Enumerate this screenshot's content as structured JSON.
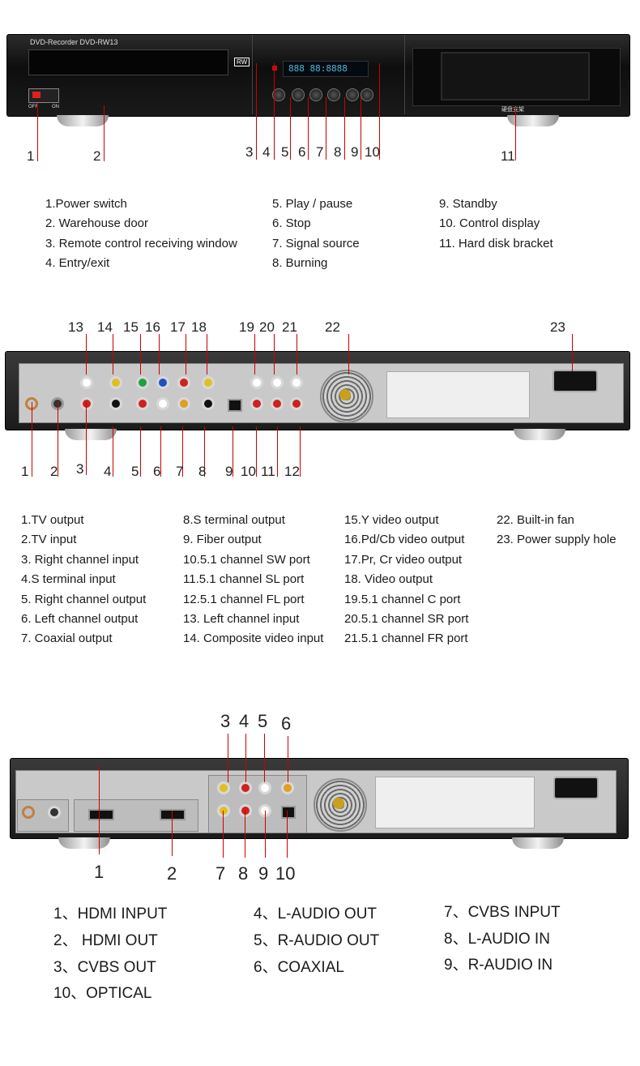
{
  "front": {
    "model_label": "DVD-Recorder  DVD-RW13",
    "logo": "RW",
    "switch_off": "OFF",
    "switch_on": "ON",
    "display_text": "888 88:8888",
    "hd_bracket_label": "硬盘支架",
    "callouts": [
      "1",
      "2",
      "3",
      "4",
      "5",
      "6",
      "7",
      "8",
      "9",
      "10",
      "11"
    ],
    "legend": [
      "1.Power switch",
      "2. Warehouse door",
      "3. Remote control receiving window",
      "4. Entry/exit",
      "5. Play / pause",
      "6. Stop",
      "7. Signal source",
      "8. Burning",
      "9. Standby",
      "10. Control display",
      "11. Hard disk bracket"
    ]
  },
  "rear1": {
    "callouts_top": [
      "13",
      "14",
      "15",
      "16",
      "17",
      "18",
      "19",
      "20",
      "21",
      "22",
      "23"
    ],
    "callouts_bottom": [
      "1",
      "2",
      "3",
      "4",
      "5",
      "6",
      "7",
      "8",
      "9",
      "10",
      "11",
      "12"
    ],
    "legend": [
      "1.TV output",
      "2.TV input",
      "3. Right channel input",
      "4.S terminal input",
      "5. Right channel output",
      "6. Left channel output",
      "7. Coaxial output",
      "8.S terminal output",
      "9. Fiber output",
      "10.5.1 channel SW port",
      "11.5.1 channel SL port",
      "12.5.1 channel FL port",
      "13. Left channel input",
      "14. Composite video input",
      "15.Y video output",
      "16.Pd/Cb video output",
      "17.Pr, Cr video output",
      "18. Video output",
      "19.5.1 channel C port",
      "20.5.1 channel SR port",
      "21.5.1 channel FR port",
      "22. Built-in fan",
      "23. Power supply hole"
    ]
  },
  "rear2": {
    "callouts_top": [
      "3",
      "4",
      "5",
      "6"
    ],
    "callouts_bottom": [
      "1",
      "2",
      "7",
      "8",
      "9",
      "10"
    ],
    "legend": [
      "1、HDMI INPUT",
      "2、 HDMI OUT",
      "3、CVBS OUT",
      "10、OPTICAL",
      "4、L-AUDIO OUT",
      "5、R-AUDIO OUT",
      "6、COAXIAL",
      "7、CVBS INPUT",
      "8、L-AUDIO IN",
      "9、R-AUDIO IN"
    ]
  },
  "colors": {
    "lead": "#cc0000",
    "chassis": "#1a1a1a",
    "plate": "#c9c9c9"
  }
}
